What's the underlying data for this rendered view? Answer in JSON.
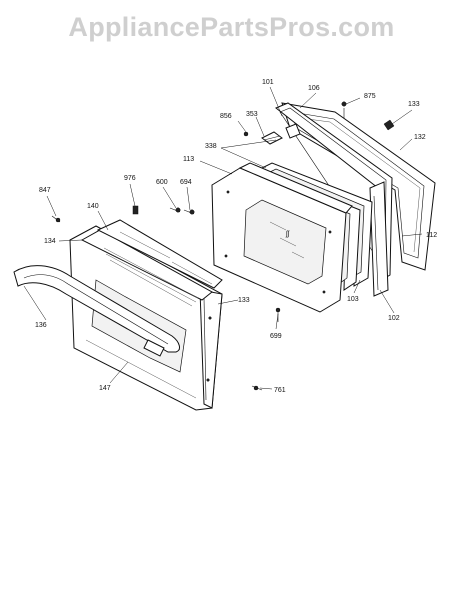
{
  "watermark": "AppliancePartsPros.com",
  "colors": {
    "watermark": "#cfcfcf",
    "lines": "#111111",
    "background": "#ffffff"
  },
  "callouts": {
    "c101": "101",
    "c106": "106",
    "c875": "875",
    "c133a": "133",
    "c856": "856",
    "c353": "353",
    "c338": "338",
    "c113": "113",
    "c132": "132",
    "c112": "112",
    "c103": "103",
    "c102": "102",
    "c847": "847",
    "c976": "976",
    "c600": "600",
    "c694": "694",
    "c140": "140",
    "c134": "134",
    "c133b": "133",
    "c136": "136",
    "c147": "147",
    "c699": "699",
    "c761": "761"
  }
}
